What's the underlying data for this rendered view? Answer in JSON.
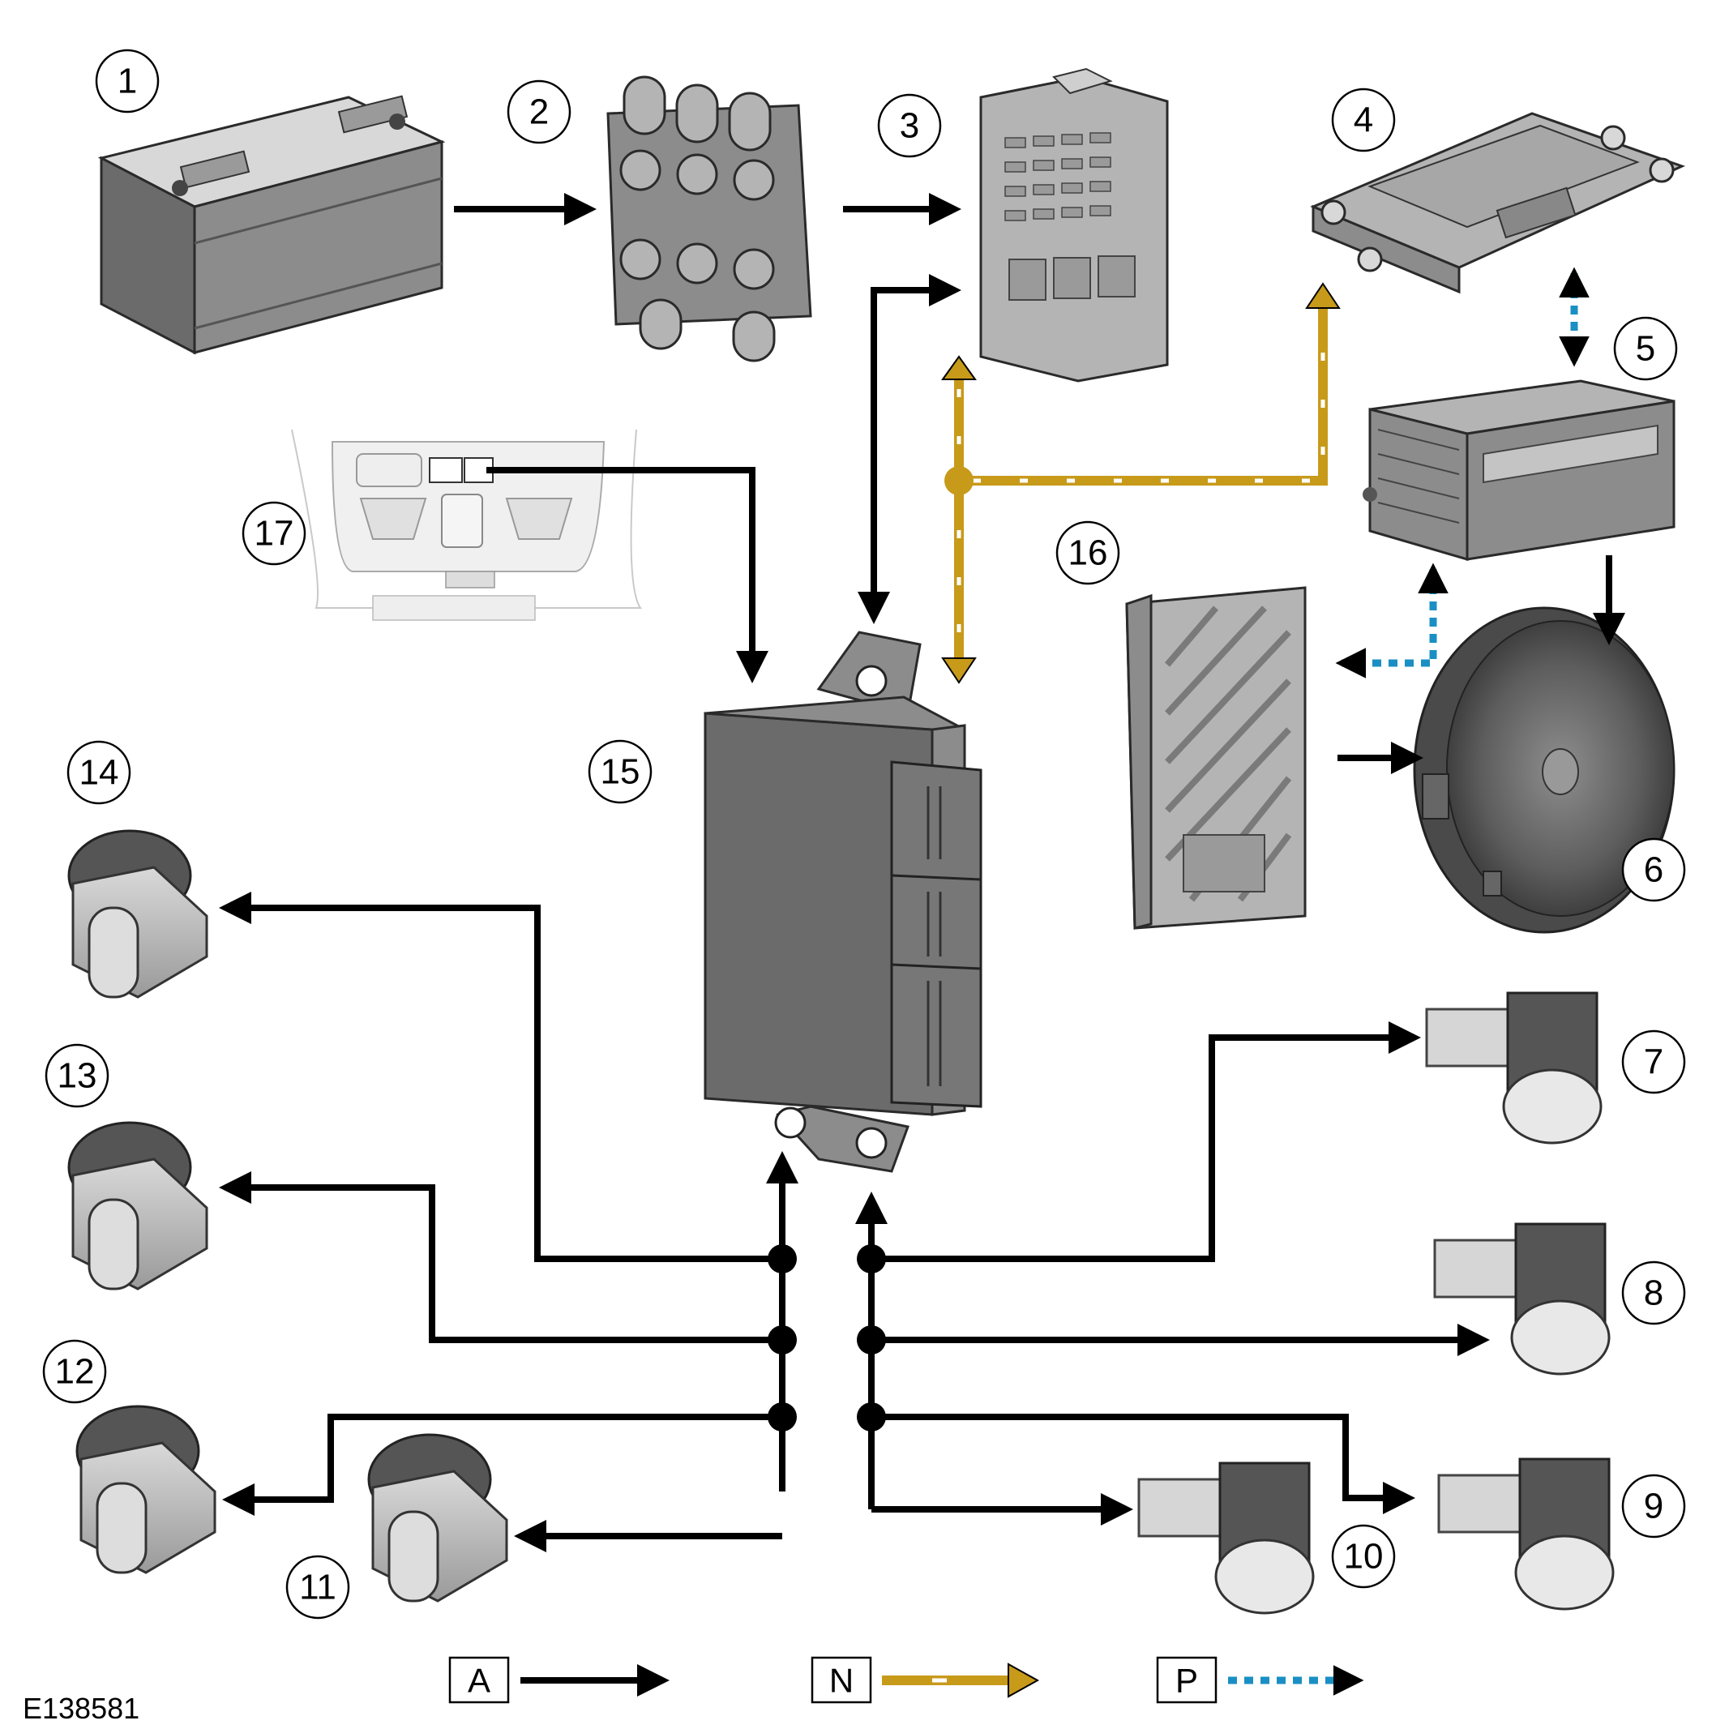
{
  "figure_ref": "E138581",
  "callouts": [
    {
      "id": 1,
      "label": "1"
    },
    {
      "id": 2,
      "label": "2"
    },
    {
      "id": 3,
      "label": "3"
    },
    {
      "id": 4,
      "label": "4"
    },
    {
      "id": 5,
      "label": "5"
    },
    {
      "id": 6,
      "label": "6"
    },
    {
      "id": 7,
      "label": "7"
    },
    {
      "id": 8,
      "label": "8"
    },
    {
      "id": 9,
      "label": "9"
    },
    {
      "id": 10,
      "label": "10"
    },
    {
      "id": 11,
      "label": "11"
    },
    {
      "id": 12,
      "label": "12"
    },
    {
      "id": 13,
      "label": "13"
    },
    {
      "id": 14,
      "label": "14"
    },
    {
      "id": 15,
      "label": "15"
    },
    {
      "id": 16,
      "label": "16"
    },
    {
      "id": 17,
      "label": "17"
    }
  ],
  "legend": [
    {
      "key": "A",
      "style": "solid-black-arrow",
      "color": "#000000"
    },
    {
      "key": "N",
      "style": "gold-dashed-arrow",
      "color": "#c79a1a"
    },
    {
      "key": "P",
      "style": "blue-dotted-arrow",
      "color": "#1a8fc4"
    }
  ]
}
